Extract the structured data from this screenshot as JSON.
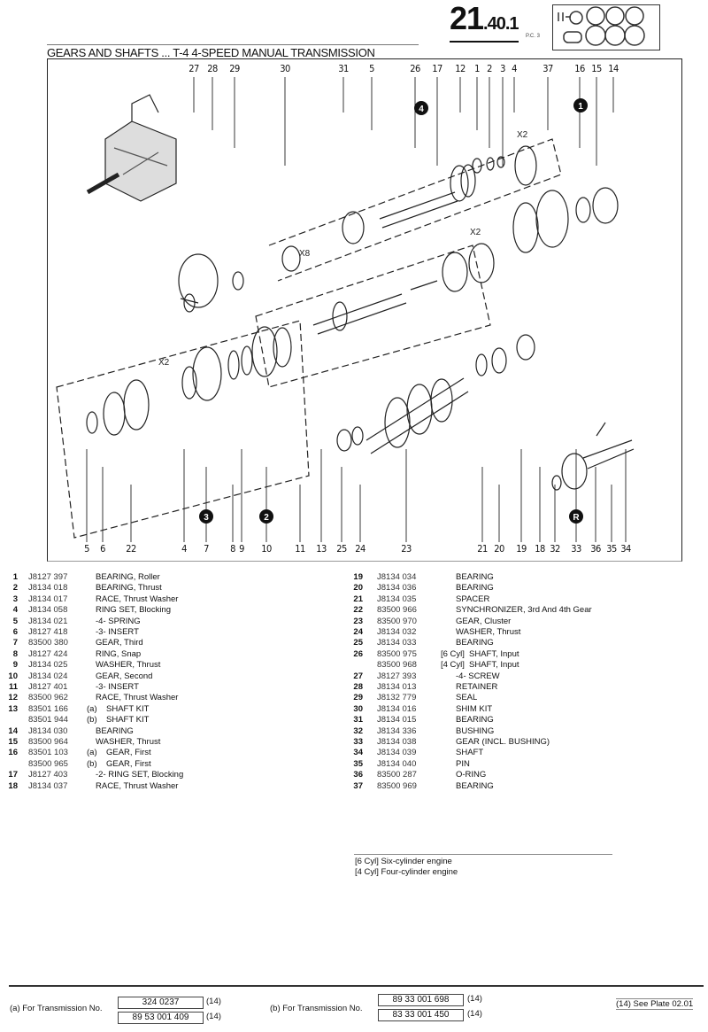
{
  "header": {
    "page_number_main": "21",
    "page_number_sub": ".40.",
    "page_number_suffix": "1",
    "pc_label": "P.C. 3",
    "title": "GEARS AND SHAFTS ... T-4 4-SPEED MANUAL TRANSMISSION"
  },
  "diagram": {
    "top_callouts": [
      "27",
      "28",
      "29",
      "30",
      "31",
      "5",
      "26",
      "17",
      "12",
      "1",
      "2",
      "3",
      "4",
      "37",
      "16",
      "15",
      "14"
    ],
    "bottom_callouts": [
      "5",
      "6",
      "22",
      "4",
      "7",
      "8",
      "9",
      "10",
      "11",
      "13",
      "25",
      "24",
      "23",
      "21",
      "20",
      "19",
      "18",
      "32",
      "33",
      "36",
      "35",
      "34"
    ],
    "badges": [
      "4",
      "1",
      "3",
      "2",
      "R"
    ],
    "multipliers": [
      "X2",
      "X2",
      "X8",
      "X2"
    ]
  },
  "parts_left": [
    {
      "num": "1",
      "part": "J8127 397",
      "q": "",
      "desc": "BEARING, Roller"
    },
    {
      "num": "2",
      "part": "J8134 018",
      "q": "",
      "desc": "BEARING, Thrust"
    },
    {
      "num": "3",
      "part": "J8134 017",
      "q": "",
      "desc": "RACE, Thrust Washer"
    },
    {
      "num": "4",
      "part": "J8134 058",
      "q": "",
      "desc": "RING SET, Blocking"
    },
    {
      "num": "5",
      "part": "J8134 021",
      "q": "",
      "desc": "-4- SPRING"
    },
    {
      "num": "6",
      "part": "J8127 418",
      "q": "",
      "desc": "-3- INSERT"
    },
    {
      "num": "7",
      "part": "83500 380",
      "q": "",
      "desc": "GEAR, Third"
    },
    {
      "num": "8",
      "part": "J8127 424",
      "q": "",
      "desc": "RING, Snap"
    },
    {
      "num": "9",
      "part": "J8134 025",
      "q": "",
      "desc": "WASHER, Thrust"
    },
    {
      "num": "10",
      "part": "J8134 024",
      "q": "",
      "desc": "GEAR, Second"
    },
    {
      "num": "11",
      "part": "J8127 401",
      "q": "",
      "desc": "-3- INSERT"
    },
    {
      "num": "12",
      "part": "83500 962",
      "q": "",
      "desc": "RACE, Thrust Washer"
    },
    {
      "num": "13",
      "part": "83501 166",
      "q": "(a)",
      "desc": "SHAFT KIT"
    },
    {
      "num": "",
      "part": "83501 944",
      "q": "(b)",
      "desc": "SHAFT KIT"
    },
    {
      "num": "14",
      "part": "J8134 030",
      "q": "",
      "desc": "BEARING"
    },
    {
      "num": "15",
      "part": "83500 964",
      "q": "",
      "desc": "WASHER, Thrust"
    },
    {
      "num": "16",
      "part": "83501 103",
      "q": "(a)",
      "desc": "GEAR, First"
    },
    {
      "num": "",
      "part": "83500 965",
      "q": "(b)",
      "desc": "GEAR, First"
    },
    {
      "num": "17",
      "part": "J8127 403",
      "q": "",
      "desc": "-2- RING SET, Blocking"
    },
    {
      "num": "18",
      "part": "J8134 037",
      "q": "",
      "desc": "RACE, Thrust Washer"
    }
  ],
  "parts_right": [
    {
      "num": "19",
      "part": "J8134 034",
      "q": "",
      "desc": "BEARING"
    },
    {
      "num": "20",
      "part": "J8134 036",
      "q": "",
      "desc": "BEARING"
    },
    {
      "num": "21",
      "part": "J8134 035",
      "q": "",
      "desc": "SPACER"
    },
    {
      "num": "22",
      "part": "83500 966",
      "q": "",
      "desc": "SYNCHRONIZER, 3rd And 4th Gear"
    },
    {
      "num": "23",
      "part": "83500 970",
      "q": "",
      "desc": "GEAR, Cluster"
    },
    {
      "num": "24",
      "part": "J8134 032",
      "q": "",
      "desc": "WASHER, Thrust"
    },
    {
      "num": "25",
      "part": "J8134 033",
      "q": "",
      "desc": "BEARING"
    },
    {
      "num": "26",
      "part": "83500 975",
      "q": "[6 Cyl]",
      "desc": "SHAFT, Input"
    },
    {
      "num": "",
      "part": "83500 968",
      "q": "[4 Cyl]",
      "desc": "SHAFT, Input"
    },
    {
      "num": "27",
      "part": "J8127 393",
      "q": "",
      "desc": "-4- SCREW"
    },
    {
      "num": "28",
      "part": "J8134 013",
      "q": "",
      "desc": "RETAINER"
    },
    {
      "num": "29",
      "part": "J8132 779",
      "q": "",
      "desc": "SEAL"
    },
    {
      "num": "30",
      "part": "J8134 016",
      "q": "",
      "desc": "SHIM KIT"
    },
    {
      "num": "31",
      "part": "J8134 015",
      "q": "",
      "desc": "BEARING"
    },
    {
      "num": "32",
      "part": "J8134 336",
      "q": "",
      "desc": "BUSHING"
    },
    {
      "num": "33",
      "part": "J8134 038",
      "q": "",
      "desc": "GEAR (INCL. BUSHING)"
    },
    {
      "num": "34",
      "part": "J8134 039",
      "q": "",
      "desc": "SHAFT"
    },
    {
      "num": "35",
      "part": "J8134 040",
      "q": "",
      "desc": "PIN"
    },
    {
      "num": "36",
      "part": "83500 287",
      "q": "",
      "desc": "O-RING"
    },
    {
      "num": "37",
      "part": "83500 969",
      "q": "",
      "desc": "BEARING"
    }
  ],
  "legend": [
    "[6 Cyl] Six-cylinder engine",
    "[4 Cyl] Four-cylinder engine"
  ],
  "footer": {
    "a_label": "(a) For Transmission No.",
    "a_values": [
      "324 0237",
      "89 53 001 409"
    ],
    "b_label": "(b) For Transmission No.",
    "b_values": [
      "89 33 001 698",
      "83 33 001 450"
    ],
    "ref": "(14)",
    "see_plate": "(14) See Plate 02.01"
  }
}
